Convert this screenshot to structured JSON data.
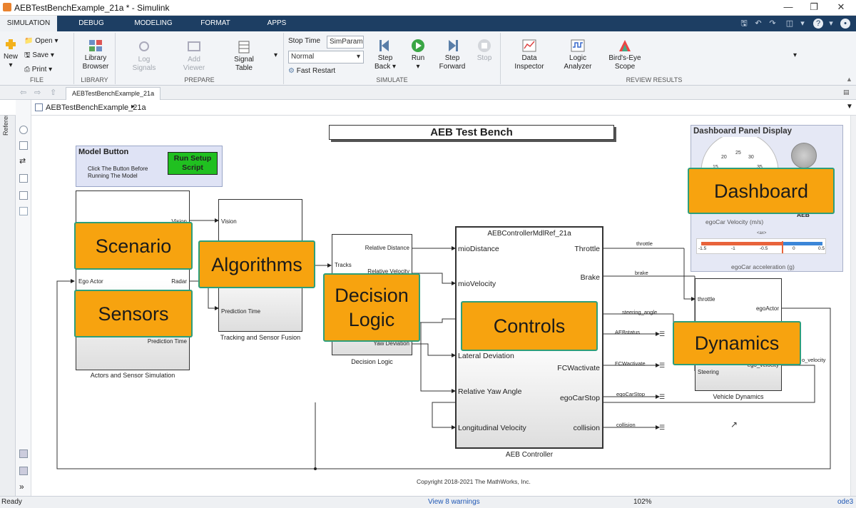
{
  "window": {
    "title": "AEBTestBenchExample_21a * - Simulink"
  },
  "tabs": [
    "SIMULATION",
    "DEBUG",
    "MODELING",
    "FORMAT",
    "APPS"
  ],
  "ribbon": {
    "file": {
      "new": "New",
      "open": "Open",
      "save": "Save",
      "print": "Print",
      "caption": "FILE"
    },
    "library": {
      "browser_line1": "Library",
      "browser_line2": "Browser",
      "caption": "LIBRARY"
    },
    "prepare": {
      "log_line1": "Log",
      "log_line2": "Signals",
      "add_line1": "Add",
      "add_line2": "Viewer",
      "table_line1": "Signal",
      "table_line2": "Table",
      "caption": "PREPARE"
    },
    "simulate": {
      "stop_time_label": "Stop Time",
      "stop_time_value": "SimParam",
      "mode_value": "Normal",
      "fast_restart": "Fast Restart",
      "step_back_line1": "Step",
      "step_back_line2": "Back",
      "run": "Run",
      "step_fwd_line1": "Step",
      "step_fwd_line2": "Forward",
      "stop": "Stop",
      "caption": "SIMULATE"
    },
    "review": {
      "data_line1": "Data",
      "data_line2": "Inspector",
      "logic_line1": "Logic",
      "logic_line2": "Analyzer",
      "birds_line1": "Bird's-Eye",
      "birds_line2": "Scope",
      "caption": "REVIEW RESULTS"
    }
  },
  "side_panel_label": "Referenced Files",
  "doc_tab": "AEBTestBenchExample_21a",
  "breadcrumb": "AEBTestBenchExample_21a",
  "model": {
    "title": "AEB Test Bench",
    "model_button": {
      "title": "Model Button",
      "text_line1": "Click The Button Before",
      "text_line2": "Running The Model",
      "btn_line1": "Run Setup",
      "btn_line2": "Script"
    },
    "dashboard": {
      "title": "Dashboard Panel Display",
      "ticks": [
        "15",
        "20",
        "25",
        "30",
        "35"
      ],
      "aeb": "AEB",
      "velocity_label": "egoCar Velocity (m/s)",
      "accel_label": "egoCar acceleration (g)",
      "ax_label": "<ax>",
      "scale": [
        "-1.5",
        "-1",
        "-0.5",
        "0",
        "0.5"
      ],
      "accel_fraction": 0.67
    },
    "actors": {
      "label": "Actors and Sensor Simulation",
      "ports": [
        "Vision",
        "Ego Actor",
        "Radar",
        "Prediction Time"
      ]
    },
    "tracking": {
      "label": "Tracking and Sensor Fusion",
      "ports": [
        "Vision",
        "Tracks",
        "Prediction Time"
      ]
    },
    "decision": {
      "label": "Decision Logic",
      "ports": [
        "Relative Distance",
        "Relative Velocity",
        "Yaw Deviation"
      ]
    },
    "controller": {
      "name": "AEBControllerMdlRef_21a",
      "label": "AEB Controller",
      "inputs": [
        "mioDistance",
        "mioVelocity",
        "Lateral Deviation",
        "Relative Yaw Angle",
        "Longitudinal Velocity"
      ],
      "outputs": [
        "Throttle",
        "Brake",
        "FCWactivate",
        "egoCarStop",
        "collision"
      ]
    },
    "vehicle": {
      "label": "Vehicle Dynamics",
      "ports": [
        "throttle",
        "egoActor",
        "Steering",
        "ego_velocity"
      ]
    },
    "signals": [
      "throttle",
      "brake",
      "steering_angle",
      "AEBstatus",
      "FCWactivate",
      "egoCarStop",
      "collision",
      "o_velocity"
    ],
    "copyright": "Copyright 2018-2021 The MathWorks, Inc."
  },
  "callouts": {
    "scenario": "Scenario",
    "sensors": "Sensors",
    "algorithms": "Algorithms",
    "decision_line1": "Decision",
    "decision_line2": "Logic",
    "controls": "Controls",
    "dashboard": "Dashboard",
    "dynamics": "Dynamics"
  },
  "status": {
    "left": "Ready",
    "warnings": "View 8 warnings",
    "zoom": "102%",
    "solver": "ode3"
  }
}
